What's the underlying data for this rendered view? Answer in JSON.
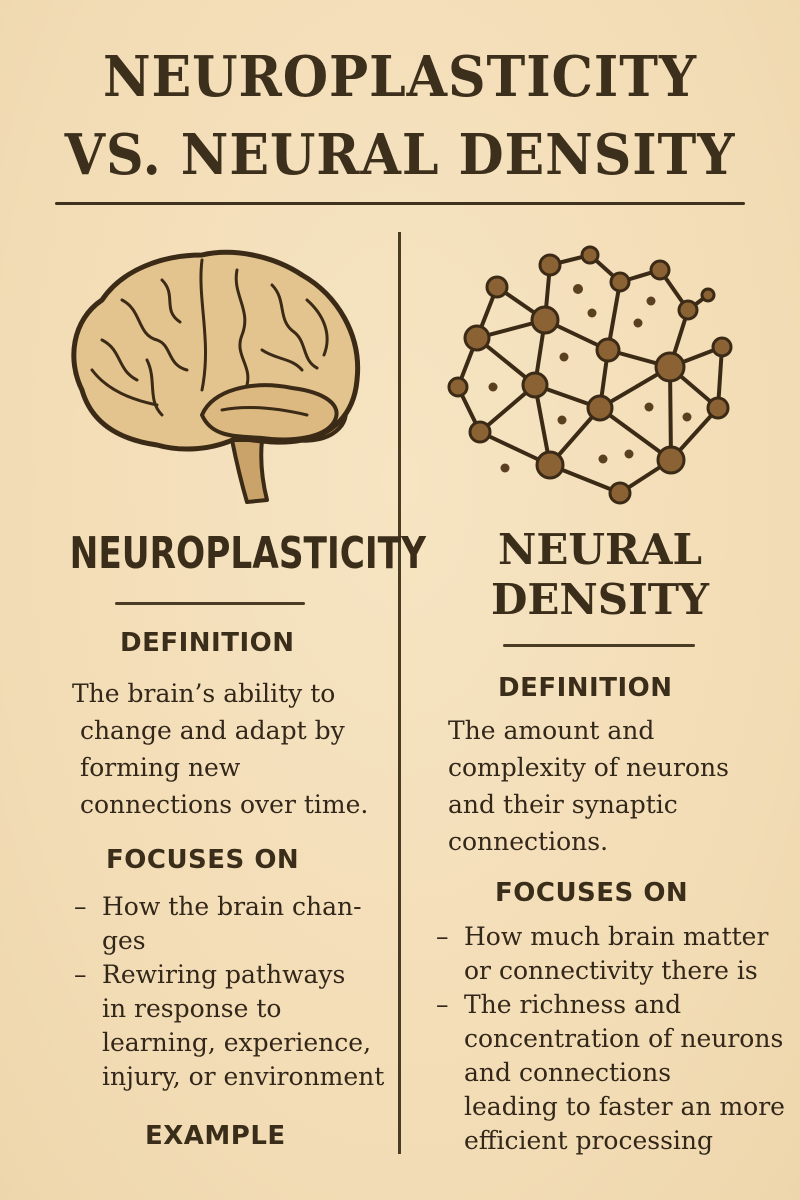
{
  "title": {
    "line1": "NEUROPLASTICITY",
    "line2": "VS. NEURAL DENSITY"
  },
  "colors": {
    "background": "#f3dfba",
    "ink": "#3a2d1a",
    "node_fill": "#8a6234",
    "brain_fill": "#e4c48e"
  },
  "left": {
    "icon": "brain-icon",
    "title": "NEUROPLASTICITY",
    "definition_heading": "DEFINITION",
    "definition_text": "The brain’s ability to\n change and adapt by\n forming new\n connections over time.",
    "focuses_heading": "FOCUSES ON",
    "focuses": [
      {
        "dash": "–",
        "text": "How the brain chan-\nges"
      },
      {
        "dash": "–",
        "text": "Rewiring pathways\nin response to\nlearning, experience,\ninjury, or environment"
      }
    ],
    "example_heading": "EXAMPLE"
  },
  "right": {
    "icon": "neural-network-icon",
    "title_line1": "NEURAL",
    "title_line2": "DENSITY",
    "definition_heading": "DEFINITION",
    "definition_text": "The amount and\ncomplexity of neurons\nand their synaptic\nconnections.",
    "focuses_heading": "FOCUSES ON",
    "focuses": [
      {
        "dash": "–",
        "text": "How much brain matter\nor connectivity there is"
      },
      {
        "dash": "–",
        "text": "The richness and\nconcentration of neurons\nand connections\nleading to faster an more\nefficient processing"
      }
    ]
  }
}
